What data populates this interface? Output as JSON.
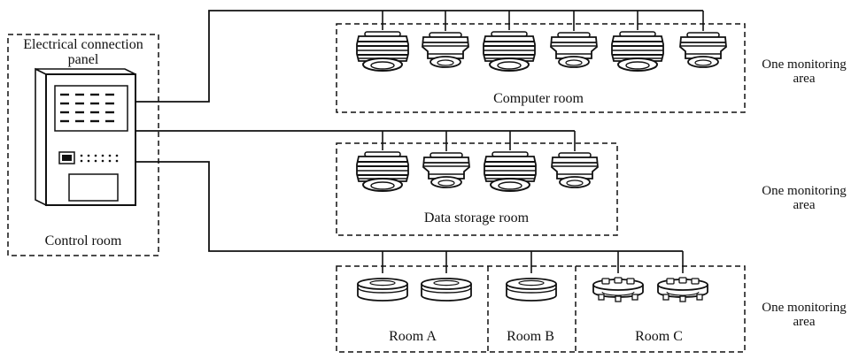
{
  "colors": {
    "ink": "#111111",
    "background": "#ffffff"
  },
  "control_room": {
    "panel_title_line1": "Electrical connection",
    "panel_title_line2": "panel",
    "caption": "Control room"
  },
  "rooms": {
    "computer_room": "Computer room",
    "data_storage_room": "Data storage room",
    "room_a": "Room A",
    "room_b": "Room B",
    "room_c": "Room C"
  },
  "monitoring_areas": [
    {
      "line1": "One monitoring",
      "line2": "area"
    },
    {
      "line1": "One monitoring",
      "line2": "area"
    },
    {
      "line1": "One monitoring",
      "line2": "area"
    }
  ],
  "detectors": {
    "computer_room": [
      "ringed-smoke-detector-icon",
      "bell-smoke-detector-icon",
      "ringed-smoke-detector-icon",
      "bell-smoke-detector-icon",
      "ringed-smoke-detector-icon",
      "bell-smoke-detector-icon"
    ],
    "data_storage_room": [
      "ringed-smoke-detector-icon",
      "bell-smoke-detector-icon",
      "ringed-smoke-detector-icon",
      "bell-smoke-detector-icon"
    ],
    "room_a": [
      "flat-smoke-detector-icon",
      "flat-smoke-detector-icon"
    ],
    "room_b": [
      "flat-smoke-detector-icon"
    ],
    "room_c": [
      "heat-detector-icon",
      "heat-detector-icon"
    ]
  }
}
